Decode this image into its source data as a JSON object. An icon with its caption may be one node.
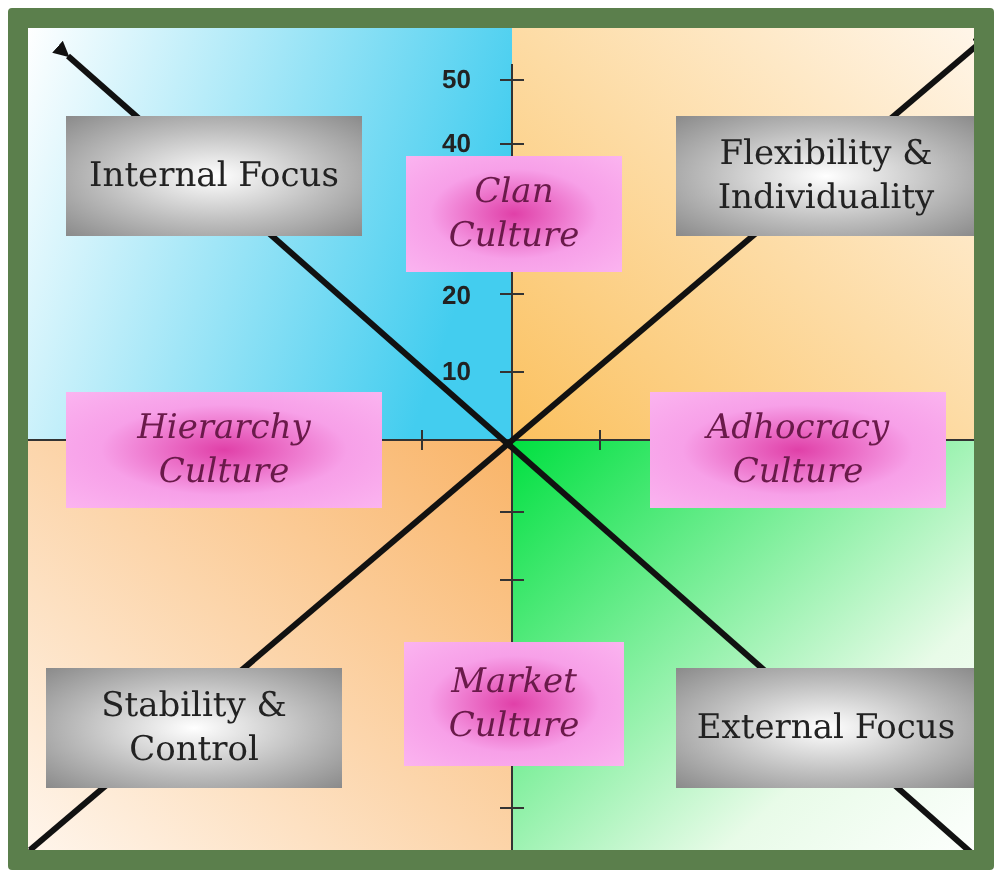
{
  "diagram": {
    "nodes": [
      {
        "text": [
          "Internal Focus"
        ]
      },
      {
        "text": [
          "Clan Culture"
        ]
      },
      {
        "text": [
          "Flexibility & Individuality"
        ]
      },
      {
        "text": [
          "Hierarchy Culture"
        ]
      },
      {
        "text": [
          "Adhocracy Culture"
        ]
      },
      {
        "text": [
          "Stability & Control"
        ]
      },
      {
        "text": [
          "Market Culture"
        ]
      },
      {
        "text": [
          "External Focus"
        ]
      }
    ],
    "labels": [
      "50",
      "40",
      "20",
      "10"
    ]
  }
}
